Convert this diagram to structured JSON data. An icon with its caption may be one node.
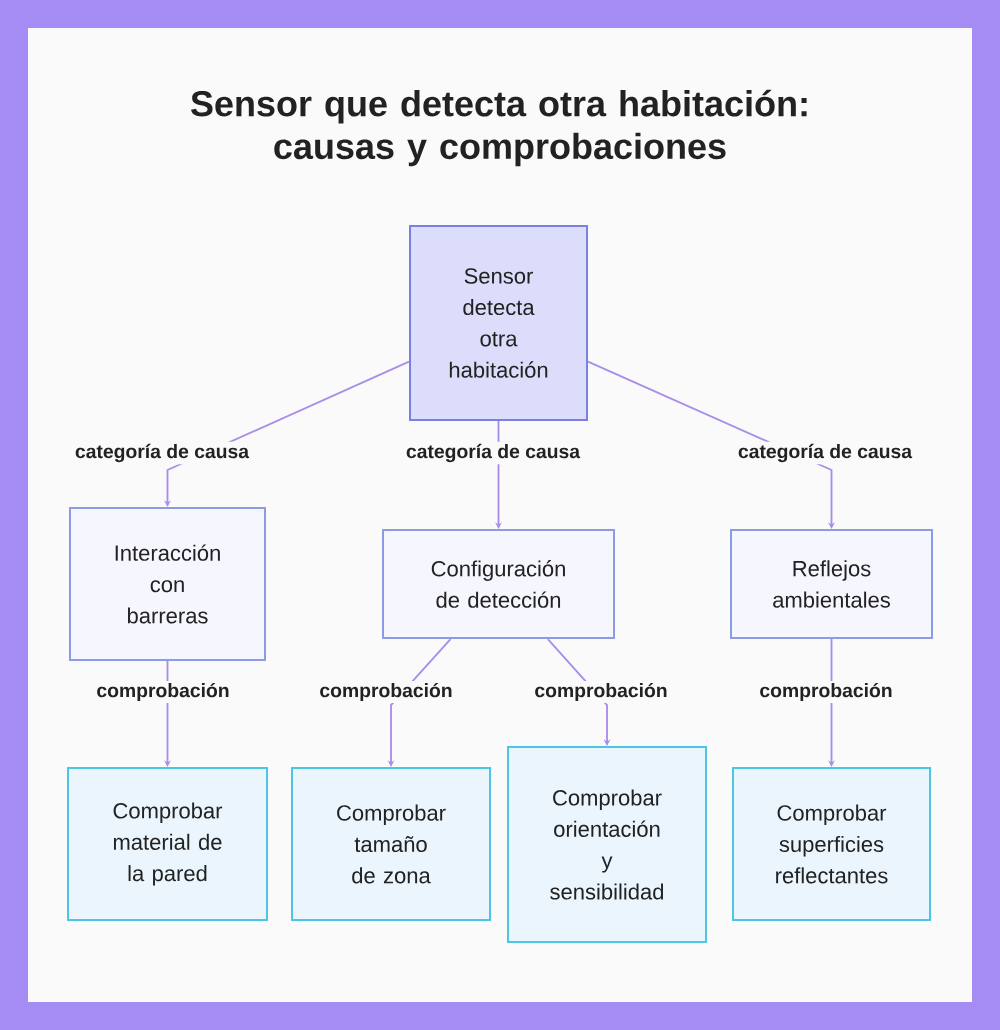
{
  "diagram": {
    "title": "Sensor que detecta otra habitación: causas y comprobaciones",
    "nodes": [
      {
        "text": [
          "Sensor detecta otra habitación"
        ]
      },
      {
        "text": [
          "Interacción con barreras"
        ]
      },
      {
        "text": [
          "Configuración de detección"
        ]
      },
      {
        "text": [
          "Reflejos ambientales"
        ]
      },
      {
        "text": [
          "Comprobar material de la pared"
        ]
      },
      {
        "text": [
          "Comprobar tamaño de zona"
        ]
      },
      {
        "text": [
          "Comprobar orientación y sensibilidad"
        ]
      },
      {
        "text": [
          "Comprobar superficies reflectantes"
        ]
      }
    ],
    "edges": [
      {
        "from": 0,
        "to": 1,
        "arrow": "to",
        "label": "categoría de causa"
      },
      {
        "from": 0,
        "to": 2,
        "arrow": "to",
        "label": "categoría de causa"
      },
      {
        "from": 0,
        "to": 3,
        "arrow": "to",
        "label": "categoría de causa"
      },
      {
        "from": 1,
        "to": 4,
        "arrow": "to",
        "label": "comprobación"
      },
      {
        "from": 2,
        "to": 5,
        "arrow": "to",
        "label": "comprobación"
      },
      {
        "from": 2,
        "to": 6,
        "arrow": "to",
        "label": "comprobación"
      },
      {
        "from": 3,
        "to": 7,
        "arrow": "to",
        "label": "comprobación"
      }
    ]
  }
}
